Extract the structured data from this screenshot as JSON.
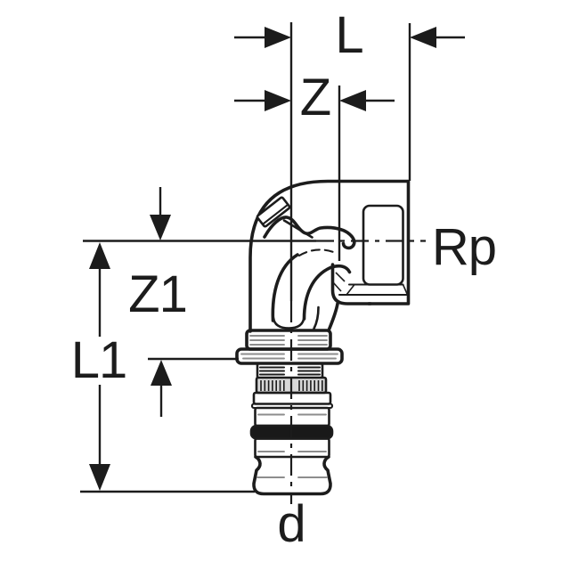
{
  "figure": {
    "type": "technical-line-drawing",
    "subject": "90-degree elbow pipe fitting, press-fit connection to female thread",
    "background": "#ffffff",
    "colors": {
      "line": "#1c1c1c",
      "detail": "#8d8d8d",
      "knurl": "#d8d8d8",
      "seal": "#191919"
    },
    "dimension_labels": {
      "L": "L",
      "Z": "Z",
      "Z1": "Z1",
      "L1": "L1",
      "Rp": "Rp",
      "d": "d"
    }
  }
}
